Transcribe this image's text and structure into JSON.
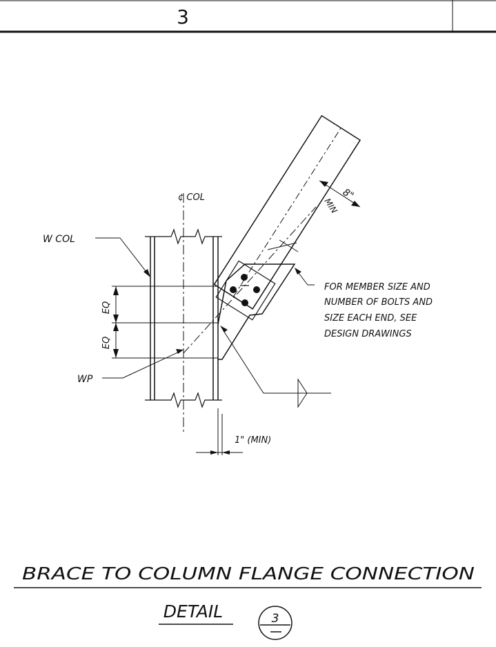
{
  "sheet": {
    "detail_number_header": "3"
  },
  "labels": {
    "centerline_col": "¢ COL",
    "w_col": "W COL",
    "wp": "WP",
    "eq_upper": "EQ",
    "eq_lower": "EQ",
    "brace_width": "8\"",
    "brace_min": "MIN",
    "gap_dim": "1\" (MIN)"
  },
  "note": {
    "lines": [
      "FOR MEMBER SIZE AND",
      "NUMBER OF BOLTS AND",
      "SIZE EACH END, SEE",
      "DESIGN DRAWINGS"
    ]
  },
  "title": {
    "line1": "BRACE TO COLUMN FLANGE CONNECTION",
    "line2": "DETAIL",
    "callout_number": "3"
  }
}
